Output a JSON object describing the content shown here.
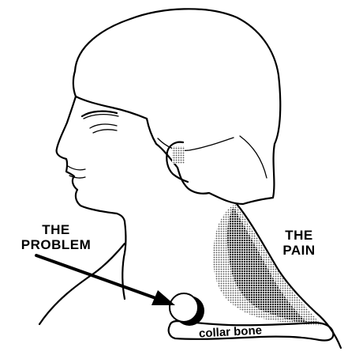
{
  "labels": {
    "problem": [
      "THE",
      "PROBLEM"
    ],
    "pain": [
      "THE",
      "PAIN"
    ],
    "collar_bone": "collar bone"
  },
  "colors": {
    "ink": "#000000",
    "paper": "#ffffff",
    "pain_dark": "#3a3a3a",
    "pain_light": "#8a8a8a"
  }
}
